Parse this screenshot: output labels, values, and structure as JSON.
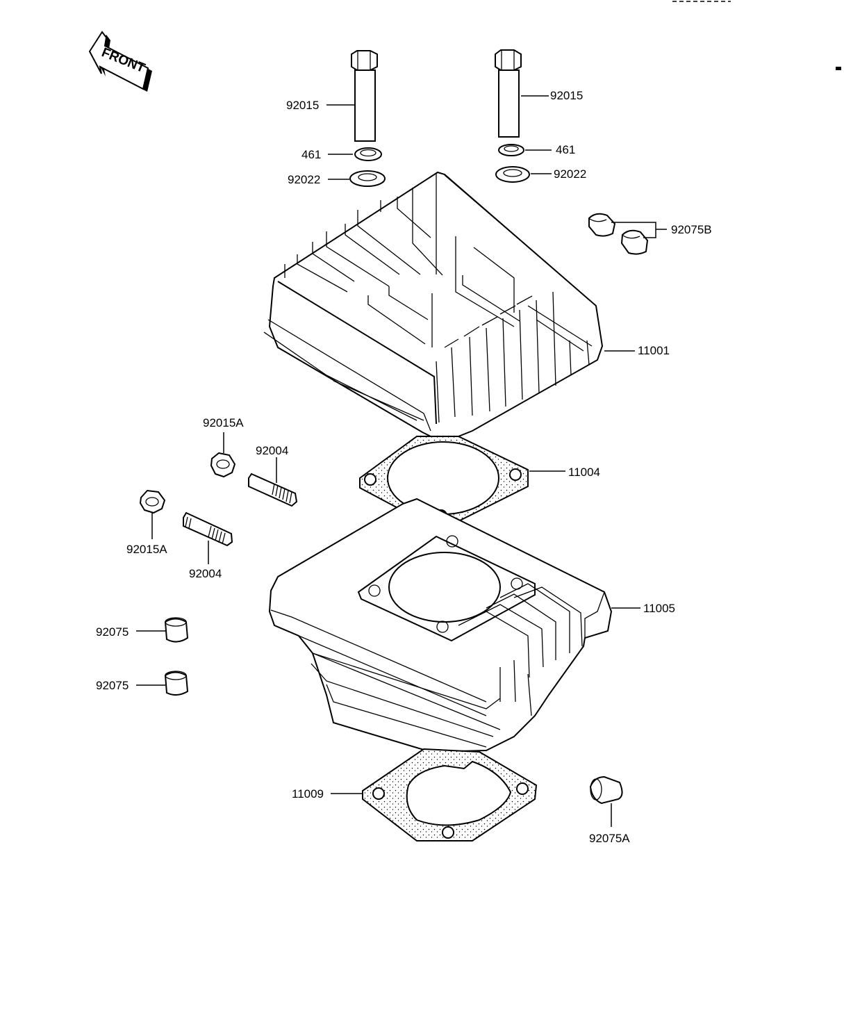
{
  "diagram": {
    "front_arrow_label": "FRONT",
    "labels": {
      "bolt_left": "92015",
      "bolt_right": "92015",
      "washer_left": "461",
      "washer_right": "461",
      "plain_washer_left": "92022",
      "plain_washer_right": "92022",
      "dowel_92075b": "92075B",
      "cylinder_head": "11001",
      "nut_upper": "92015A",
      "stud_upper": "92004",
      "head_gasket": "11004",
      "nut_lower": "92015A",
      "stud_lower": "92004",
      "cylinder": "11005",
      "dowel_upper": "92075",
      "dowel_lower": "92075",
      "base_gasket": "11009",
      "dowel_92075a": "92075A"
    }
  }
}
